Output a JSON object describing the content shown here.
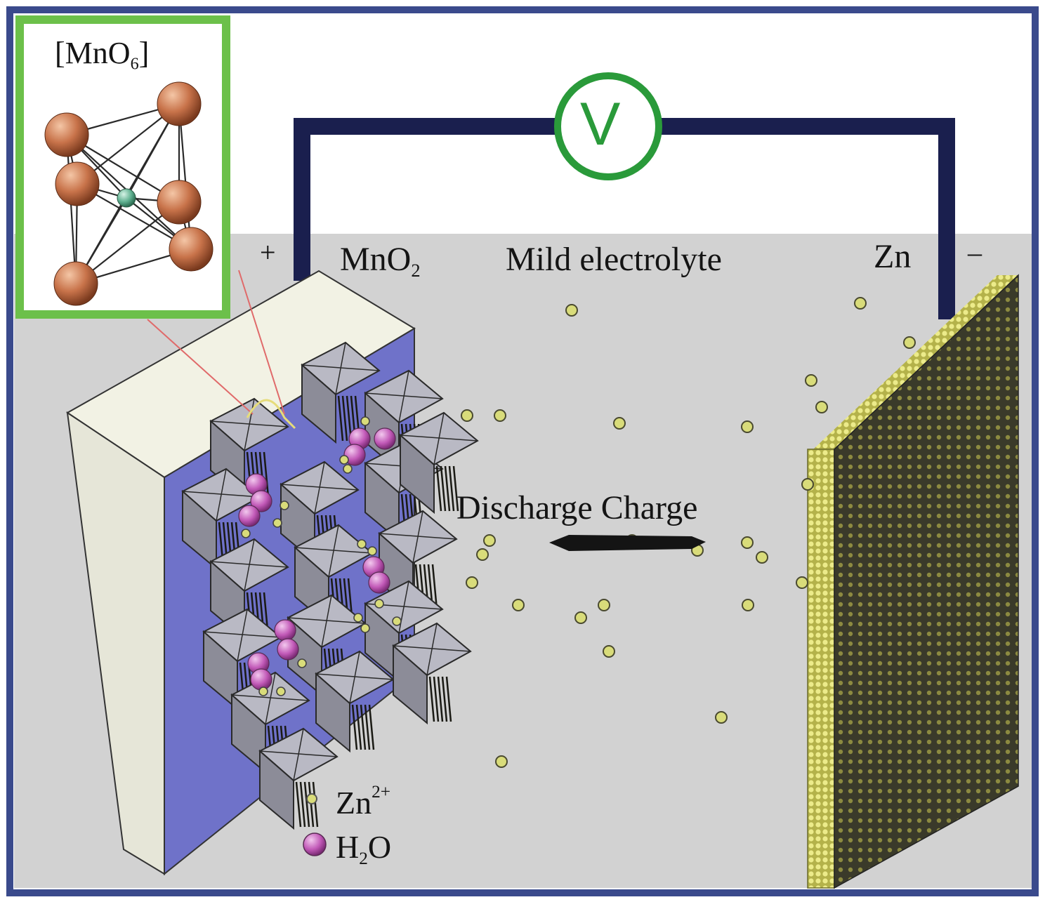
{
  "inset": {
    "title_main": "[MnO",
    "title_sub": "6",
    "title_close": "]"
  },
  "circuit": {
    "meter_symbol": "V",
    "plus_sign": "+",
    "minus_sign": "–"
  },
  "cathode": {
    "formula_main": "MnO",
    "formula_sub": "2"
  },
  "anode": {
    "label": "Zn"
  },
  "electrolyte": {
    "label": "Mild electrolyte"
  },
  "process": {
    "discharge": "Discharge",
    "charge": "Charge"
  },
  "legend": {
    "zn_main": "Zn",
    "zn_sup": "2+",
    "h2o_pre": "H",
    "h2o_sub": "2",
    "h2o_post": "O"
  },
  "colors": {
    "frame": "#3a4a8c",
    "wire": "#1a1f4e",
    "inset_border": "#6cc04a",
    "voltmeter": "#2a9a3a",
    "electrolyte": "#d2d2d2",
    "cathode_face": "#6f72c9",
    "zn_ion": "#d9dc7a",
    "h2o_molecule": "#c25ab8",
    "mn_atom": "#5fb090",
    "o_atom": "#c8734a",
    "anode": "#3a3a2a",
    "anode_edge": "#e2e070"
  }
}
